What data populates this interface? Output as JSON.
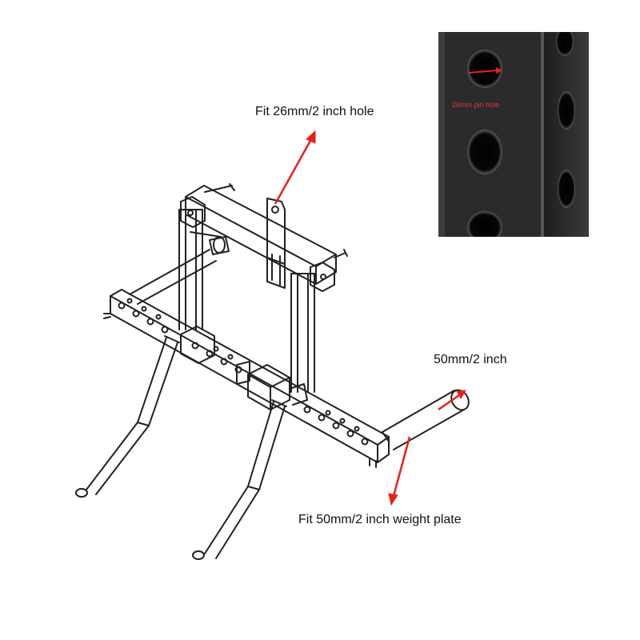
{
  "annotations": {
    "hole_label": "Fit 26mm/2 inch hole",
    "pin_label": "50mm/2 inch",
    "plate_label": "Fit 50mm/2 inch weight plate"
  },
  "inset_photo": {
    "caption": "26mm pin hole"
  },
  "colors": {
    "arrow": "#e8201a",
    "photo_caption": "#e23a2a",
    "line_art": "#222222",
    "steel": "#2b2b2b"
  }
}
